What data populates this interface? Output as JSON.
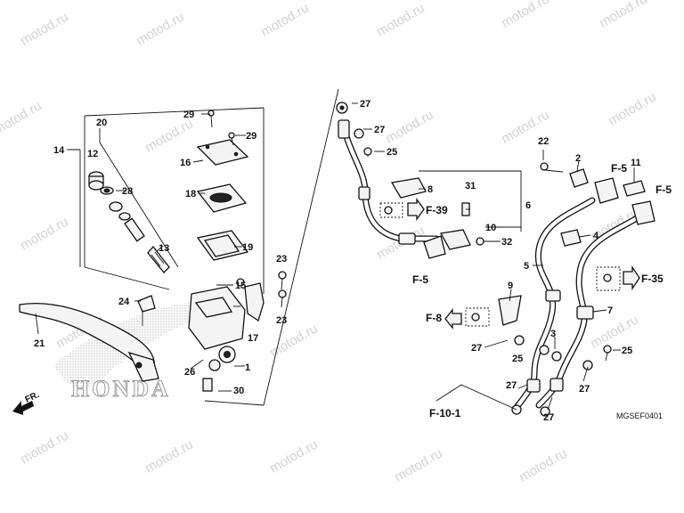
{
  "watermark": "motod.ru",
  "brand_text": "HONDA",
  "direction_label": "FR.",
  "diagram_code": "MGSEF0401",
  "callouts": {
    "c1": "1",
    "c3": "3",
    "c4": "4",
    "c5": "5",
    "c6": "6",
    "c7": "7",
    "c8": "8",
    "c9": "9",
    "c10": "10",
    "c11": "11",
    "c12": "12",
    "c13": "13",
    "c14": "14",
    "c15": "15",
    "c16": "16",
    "c17": "17",
    "c18": "18",
    "c19": "19",
    "c20": "20",
    "c21": "21",
    "c22": "22",
    "c23a": "23",
    "c23b": "23",
    "c24": "24",
    "c25a": "25",
    "c25b": "25",
    "c25c": "25",
    "c26": "26",
    "c27a": "27",
    "c27b": "27",
    "c27c": "27",
    "c27d": "27",
    "c27e": "27",
    "c27f": "27",
    "c28": "28",
    "c29a": "29",
    "c29b": "29",
    "c30": "30",
    "c31": "31",
    "c32": "32",
    "c2": "2"
  },
  "references": {
    "f39": "F-39",
    "f5a": "F-5",
    "f5b": "F-5",
    "f5c": "F-5",
    "f8": "F-8",
    "f35": "F-35",
    "f101": "F-10-1"
  }
}
